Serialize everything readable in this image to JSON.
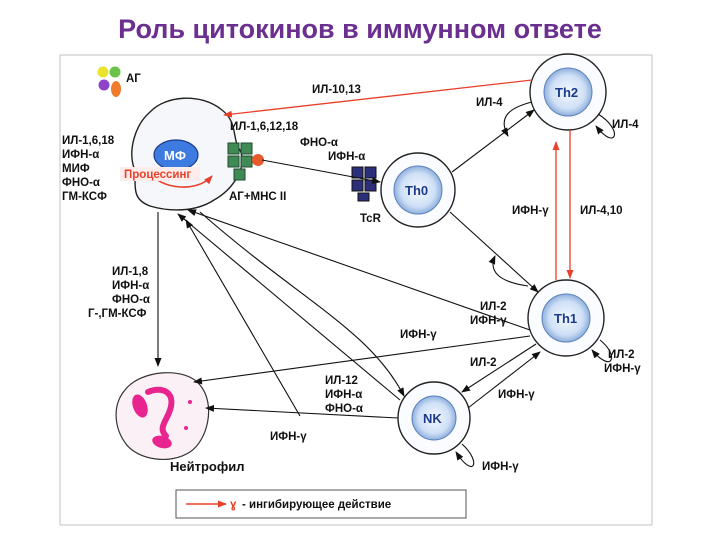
{
  "title": "Роль цитокинов в иммунном ответе",
  "cells": {
    "macrophage": "МФ",
    "th0": "Th0",
    "th1": "Th1",
    "th2": "Th2",
    "nk": "NK",
    "neutrophil": "Нейтрофил"
  },
  "labels": {
    "antigen": "АГ",
    "processing": "Процессинг",
    "ag_mhc": "АГ+МНС II",
    "tcr": "TcR",
    "mf_secreted": [
      "ИЛ-1,6,18",
      "ИФН-α",
      "МИФ",
      "ФНО-α",
      "ГМ-КСФ"
    ],
    "th2_to_mf": "ИЛ-10,13",
    "mf_to_th0": [
      "ИЛ-1,6,12,18",
      "ФНО-α",
      "ИФН-α"
    ],
    "il4_th0": "ИЛ-4",
    "il4_self": "ИЛ-4",
    "th1_th2_left": "ИФН-γ",
    "th1_th2_right": "ИЛ-4,10",
    "mf_to_neutrophil": [
      "ИЛ-1,8",
      "ИФН-α",
      "ФНО-α",
      "Г-,ГМ-КСФ"
    ],
    "th0_th1": [
      "ИЛ-2",
      "ИФН-γ"
    ],
    "th1_to_mf": "ИФН-γ",
    "nk_to_th1": "ИЛ-2",
    "mf_to_nk": [
      "ИЛ-12",
      "ИФН-α",
      "ФНО-α"
    ],
    "nk_to_neutrophil": "ИФН-γ",
    "th1_self": [
      "ИЛ-2",
      "ИФН-γ"
    ],
    "th1_nk": "ИФН-γ",
    "nk_self": "ИФН-γ"
  },
  "legend": {
    "text": "- ингибирующее действие",
    "symbol": "ɣ"
  },
  "colors": {
    "title": "#6b2f8f",
    "inhibit": "#e8402a",
    "cell": "#1a3a8a",
    "neutrophil": "#e8258f"
  }
}
